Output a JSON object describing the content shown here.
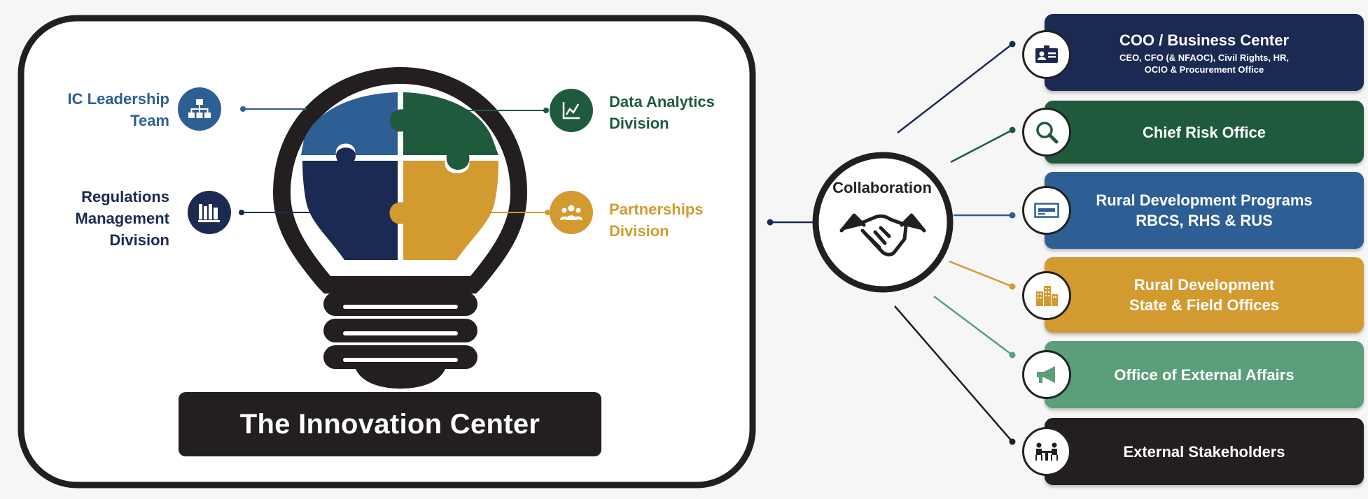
{
  "innovation_center": {
    "title": "The Innovation Center",
    "divisions": [
      {
        "label_lines": [
          "IC Leadership",
          "Team"
        ],
        "icon": "org-chart-icon",
        "color": "#2e5f94"
      },
      {
        "label_lines": [
          "Regulations",
          "Management",
          "Division"
        ],
        "icon": "books-icon",
        "color": "#1b2a52"
      },
      {
        "label_lines": [
          "Data Analytics",
          "Division"
        ],
        "icon": "line-chart-icon",
        "color": "#1f5a3d"
      },
      {
        "label_lines": [
          "Partnerships",
          "Division"
        ],
        "icon": "people-icon",
        "color": "#d39a30"
      }
    ]
  },
  "collaboration": {
    "label": "Collaboration",
    "icon": "handshake-icon"
  },
  "partners": [
    {
      "title": "COO / Business Center",
      "subtitle_lines": [
        "CEO, CFO (& NFAOC), Civil Rights, HR,",
        "OCIO & Procurement Office"
      ],
      "icon": "id-card-icon",
      "color": "#1b2a52"
    },
    {
      "title": "Chief Risk Office",
      "icon": "magnifier-icon",
      "color": "#1f5a3d"
    },
    {
      "title_lines": [
        "Rural Development Programs",
        "RBCS, RHS & RUS"
      ],
      "icon": "check-icon",
      "color": "#2e5f94"
    },
    {
      "title_lines": [
        "Rural Development",
        "State & Field Offices"
      ],
      "icon": "buildings-icon",
      "color": "#d39a30"
    },
    {
      "title": "Office of External Affairs",
      "icon": "megaphone-icon",
      "color": "#5b9e7a"
    },
    {
      "title": "External Stakeholders",
      "icon": "meeting-icon",
      "color": "#231f20"
    }
  ]
}
